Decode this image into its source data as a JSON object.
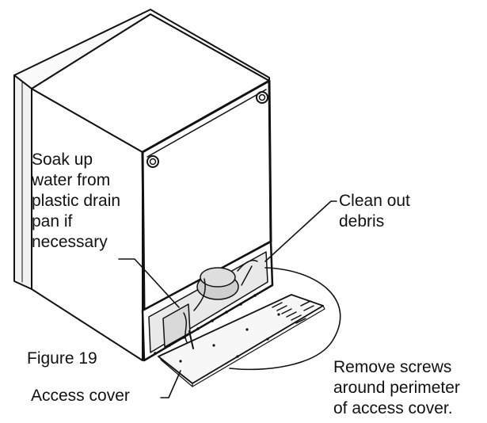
{
  "callouts": {
    "soak": [
      "Soak up",
      "water from",
      "plastic drain",
      "pan if",
      "necessary"
    ],
    "clean": [
      "Clean out",
      "debris"
    ],
    "figure": "Figure 19",
    "access_cover": "Access cover",
    "remove": [
      "Remove screws",
      "around perimeter",
      "of access cover."
    ]
  },
  "colors": {
    "ink": "#111111",
    "background": "#ffffff",
    "panel_fill": "#f7f7f7",
    "machinery": "#9a9a9a"
  }
}
